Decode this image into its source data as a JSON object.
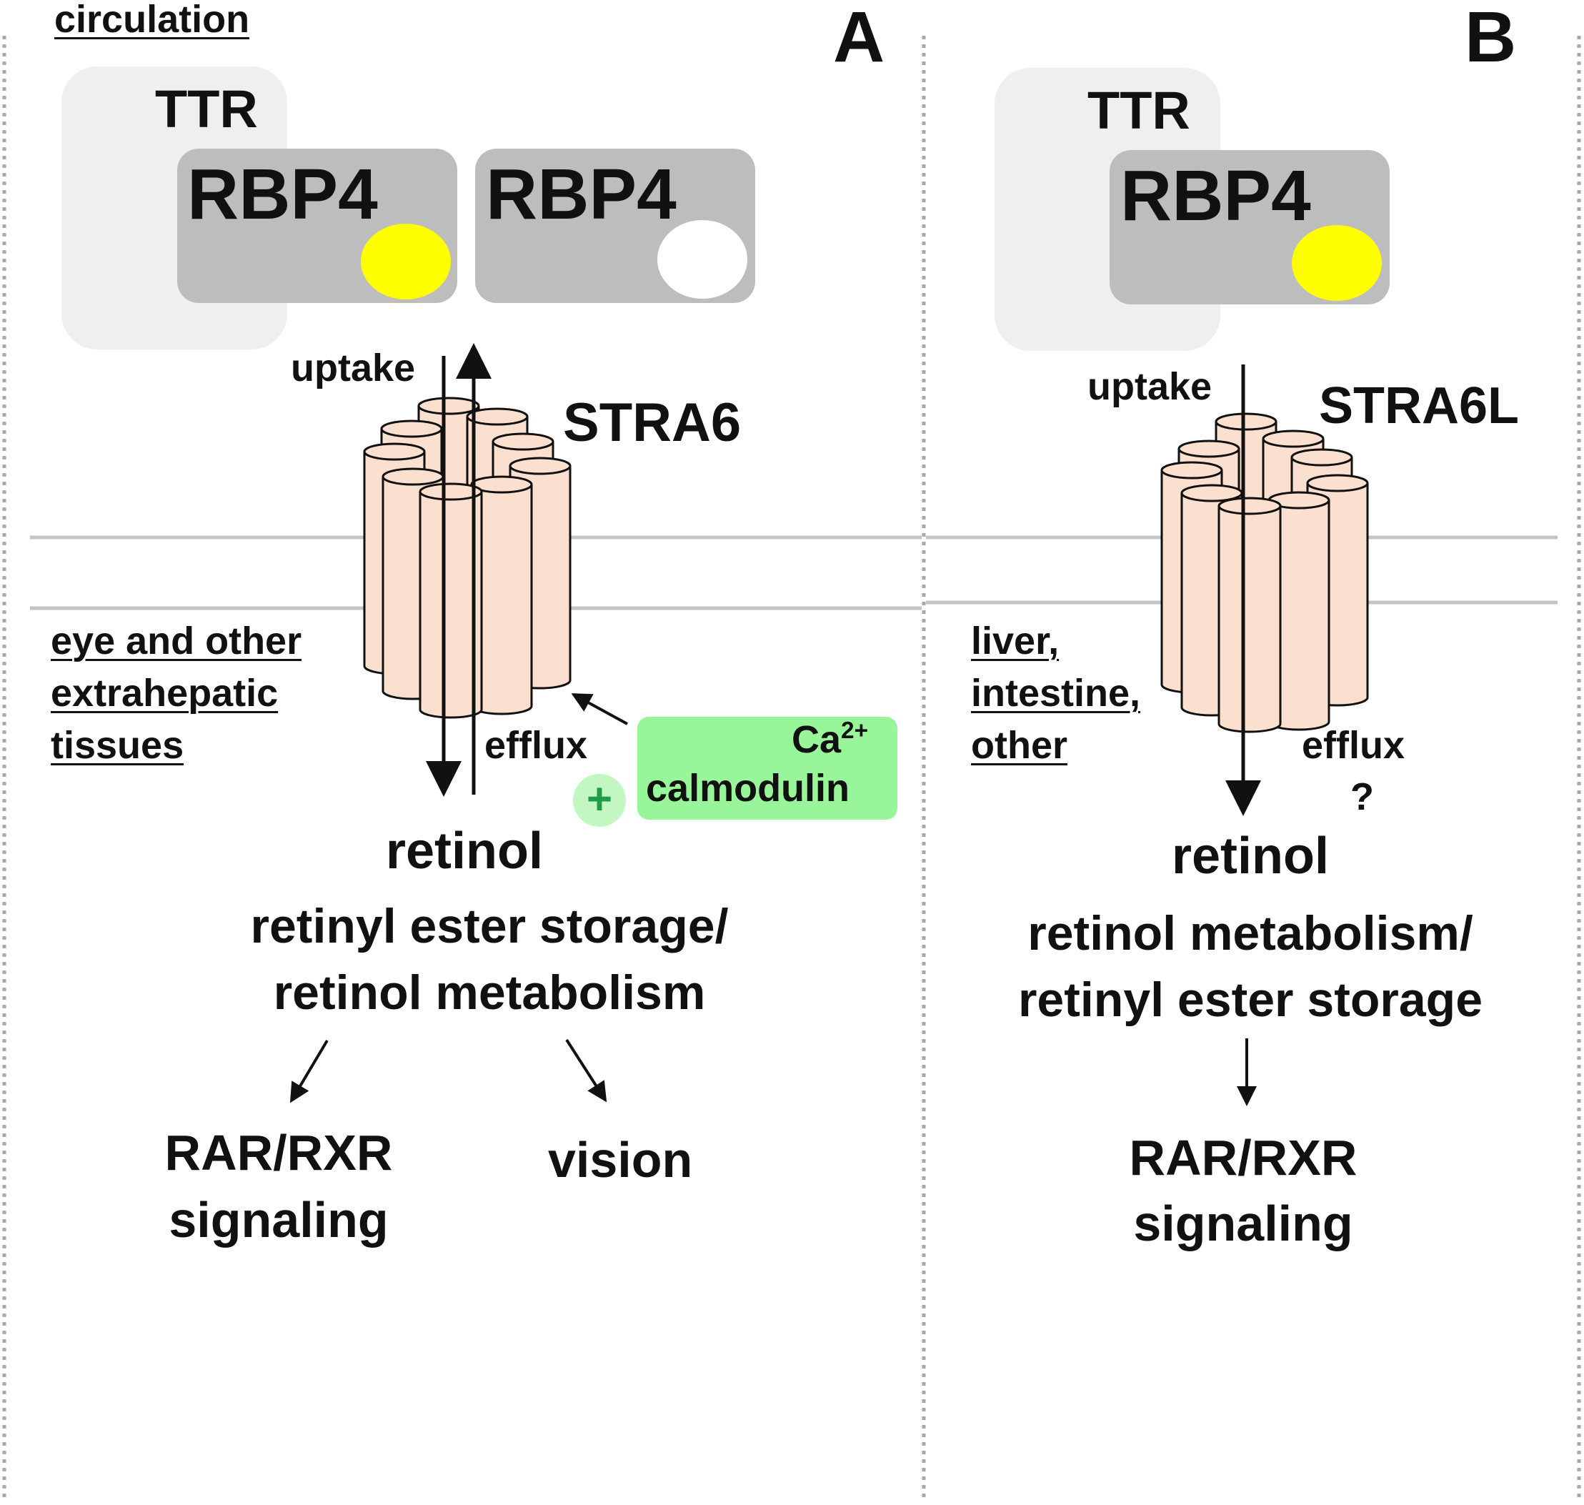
{
  "panel_a": {
    "label": "A",
    "circulation": "circulation",
    "ttr": "TTR",
    "rbp4_holo": "RBP4",
    "rbp4_apo": "RBP4",
    "transporter": "STRA6",
    "uptake": "uptake",
    "efflux": "efflux",
    "tissue_lines": [
      "eye and other",
      "extrahepatic",
      "tissues"
    ],
    "calcium": "Ca",
    "calcium_charge": "2+",
    "calmodulin": "calmodulin",
    "plus_sign": "+",
    "retinol": "retinol",
    "fate_line1": "retinyl ester storage/",
    "fate_line2": "retinol metabolism",
    "signaling_line1": "RAR/RXR",
    "signaling_line2": "signaling",
    "vision": "vision"
  },
  "panel_b": {
    "label": "B",
    "ttr": "TTR",
    "rbp4_holo": "RBP4",
    "transporter": "STRA6L",
    "uptake": "uptake",
    "efflux": "efflux",
    "efflux_question": "?",
    "tissue_lines": [
      "liver,",
      "intestine,",
      "other"
    ],
    "retinol": "retinol",
    "fate_line1": "retinol metabolism/",
    "fate_line2": "retinyl ester storage",
    "signaling_line1": "RAR/RXR",
    "signaling_line2": "signaling"
  },
  "colors": {
    "ttr_fill": "#efefef",
    "rbp4_fill": "#bdbdbd",
    "retinol_dot": "#ffff00",
    "apo_dot": "#ffffff",
    "cylinder_fill": "#fbe0cf",
    "membrane_line": "#c4c4c4",
    "calmodulin_fill": "#99f599",
    "plus_color": "#1f9c45"
  }
}
